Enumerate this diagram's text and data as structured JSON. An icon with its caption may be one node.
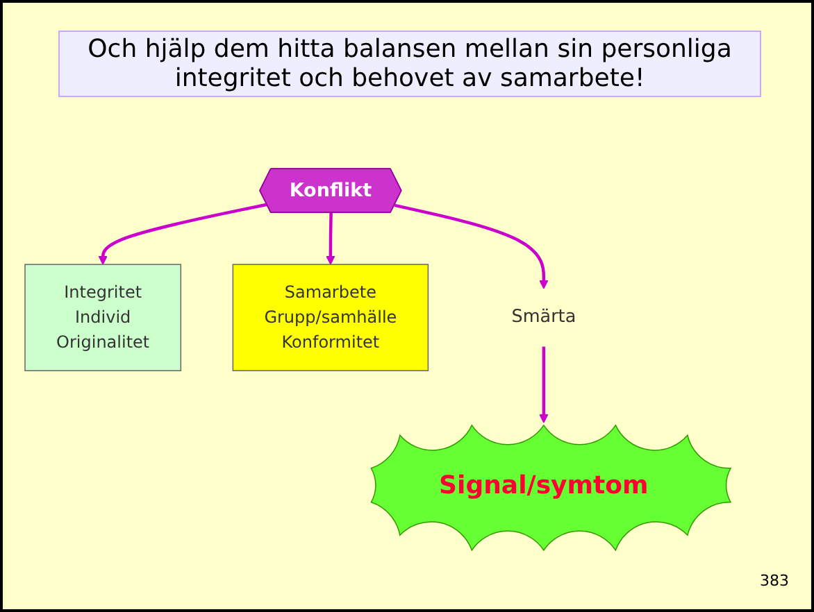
{
  "diagram": {
    "title": "Och hjälp dem hitta balansen mellan sin personliga integritet och behovet av samarbete!",
    "nodes": [
      {
        "text": [
          "Integritet",
          "Individ",
          "Originalitet"
        ]
      },
      {
        "text": [
          "Konflikt"
        ]
      },
      {
        "text": [
          "Samarbete",
          "Grupp/samhälle",
          "Konformitet"
        ]
      },
      {
        "text": [
          "Smärta"
        ]
      },
      {
        "text": [
          "Signal/symtom"
        ]
      }
    ],
    "edges": [
      {
        "from": 1,
        "to": 0,
        "arrow": "to"
      },
      {
        "from": 1,
        "to": 2,
        "arrow": "to"
      },
      {
        "from": 1,
        "to": 3,
        "arrow": "to"
      },
      {
        "from": 3,
        "to": 4,
        "arrow": "to"
      }
    ],
    "labels": [
      "383"
    ]
  }
}
